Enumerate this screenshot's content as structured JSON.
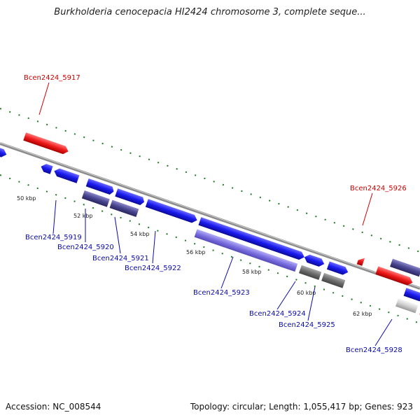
{
  "title": "Burkholderia cenocepacia HI2424 chromosome 3, complete seque...",
  "footer": {
    "accession": "Accession: NC_008544",
    "summary": "Topology: circular; Length: 1,055,417 bp; Genes: 923"
  },
  "colors": {
    "forward_gene": "#1a1aee",
    "reverse_gene": "#ee1a1a",
    "highlight_gene": "#7b6fe0",
    "backbone": "#8c8c8c",
    "ticks": "#1f7a1f",
    "label_blue": "#0a0aaa",
    "label_red": "#cc0000"
  },
  "scale_ticks": [
    "50 kbp",
    "52 kbp",
    "54 kbp",
    "56 kbp",
    "58 kbp",
    "60 kbp",
    "62 kbp"
  ],
  "gene_labels": [
    {
      "name": "Bcen2424_5917",
      "strand": "reverse"
    },
    {
      "name": "Bcen2424_5926",
      "strand": "reverse"
    },
    {
      "name": "Bcen2424_5919",
      "strand": "forward"
    },
    {
      "name": "Bcen2424_5920",
      "strand": "forward"
    },
    {
      "name": "Bcen2424_5921",
      "strand": "forward"
    },
    {
      "name": "Bcen2424_5922",
      "strand": "forward"
    },
    {
      "name": "Bcen2424_5923",
      "strand": "forward"
    },
    {
      "name": "Bcen2424_5924",
      "strand": "forward"
    },
    {
      "name": "Bcen2424_5925",
      "strand": "forward"
    },
    {
      "name": "Bcen2424_5928",
      "strand": "forward"
    }
  ]
}
